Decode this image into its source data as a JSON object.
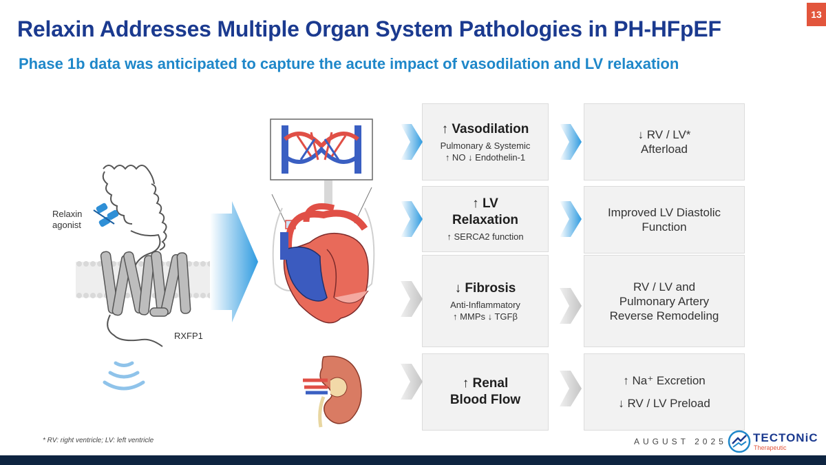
{
  "page_number": "13",
  "title": "Relaxin Addresses Multiple Organ System Pathologies in PH-HFpEF",
  "subtitle": "Phase 1b data was anticipated to capture the acute impact of vasodilation and LV relaxation",
  "labels": {
    "agonist_line1": "Relaxin",
    "agonist_line2": "agonist",
    "receptor": "RXFP1"
  },
  "mechanisms": [
    {
      "head_lines": [
        "↑ Vasodilation"
      ],
      "sub_lines": [
        "Pulmonary & Systemic",
        "↑ NO  ↓ Endothelin-1"
      ]
    },
    {
      "head_lines": [
        "↑ LV",
        "Relaxation"
      ],
      "sub_lines": [
        "↑ SERCA2 function"
      ]
    },
    {
      "head_lines": [
        "↓ Fibrosis"
      ],
      "sub_lines": [
        "Anti-Inflammatory",
        "↑ MMPs  ↓ TGFβ"
      ]
    },
    {
      "head_lines": [
        "↑ Renal",
        "Blood Flow"
      ],
      "sub_lines": []
    }
  ],
  "outcomes": [
    {
      "lines": [
        "↓ RV / LV*",
        "Afterload"
      ]
    },
    {
      "lines": [
        "Improved LV Diastolic",
        "Function"
      ]
    },
    {
      "lines": [
        "RV / LV and",
        "Pulmonary Artery",
        "Reverse Remodeling"
      ]
    },
    {
      "lines": [
        "↑ Na⁺ Excretion",
        "↓ RV / LV Preload"
      ]
    }
  ],
  "footnote": "* RV: right ventricle; LV: left ventricle",
  "date": "AUGUST 2025",
  "logo": {
    "name": "TECTONiC",
    "sub": "Therapeutic"
  },
  "colors": {
    "title": "#1b3a8f",
    "subtitle": "#1e87c9",
    "accent_blue": "#2f9be0",
    "accent_gray": "#c8c8c8",
    "page_badge": "#e2553c",
    "bottom_bar": "#0e2440"
  }
}
